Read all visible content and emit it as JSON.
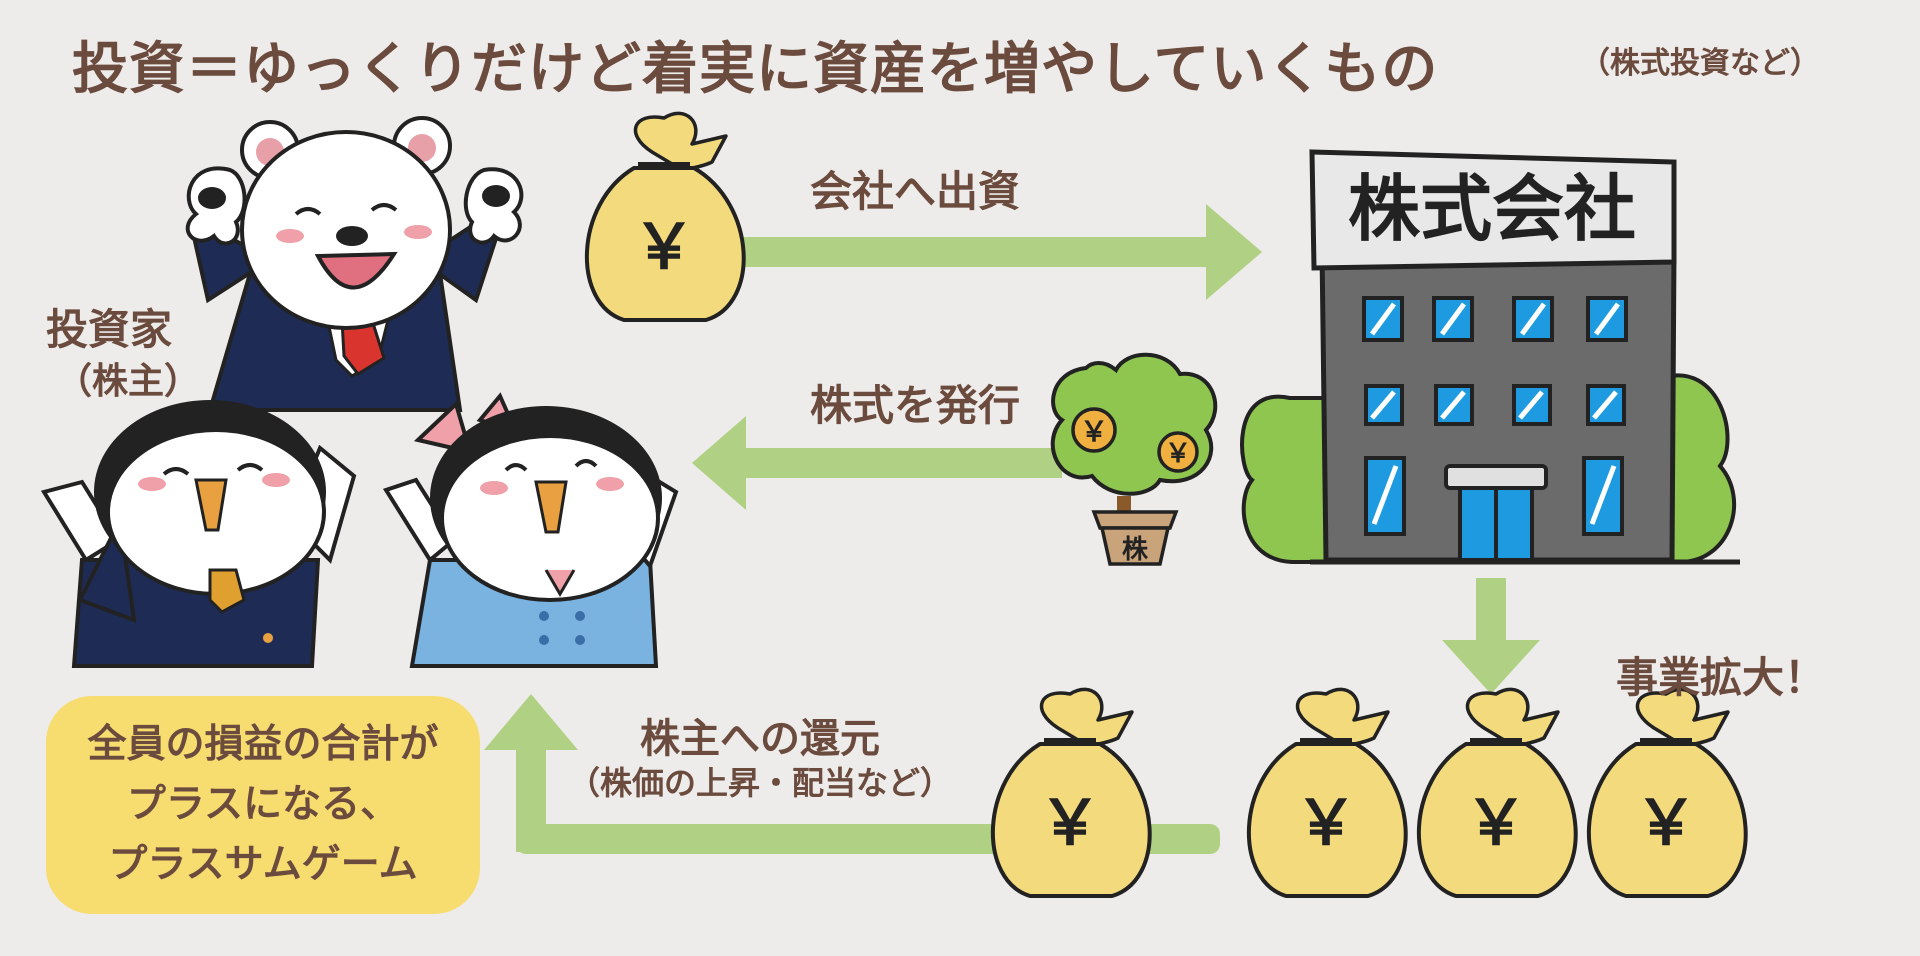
{
  "title": {
    "main": "投資＝ゆっくりだけど着実に資産を増やしていくもの",
    "sub": "（株式投資など）"
  },
  "labels": {
    "invest": "会社へ出資",
    "issue_shares": "株式を発行",
    "investor": "投資家",
    "shareholder": "（株主）",
    "business_expansion": "事業拡大！",
    "return_to_shareholders": "株主への還元",
    "return_detail": "（株価の上昇・配当など）"
  },
  "company_sign": "株式会社",
  "plant_pot_label": "株",
  "coin_symbol": "￥",
  "plus_sum_box": {
    "line1": "全員の損益の合計が",
    "line2": "プラスになる、",
    "line3": "プラスサムゲーム"
  },
  "colors": {
    "background": "#eeeceb",
    "text": "#6b4b3d",
    "arrow": "#b0d183",
    "money_bag": "#f3da7d",
    "box": "#f7dc70",
    "building": "#6b6b6b",
    "window": "#1e9be0",
    "bush": "#8fc650"
  }
}
